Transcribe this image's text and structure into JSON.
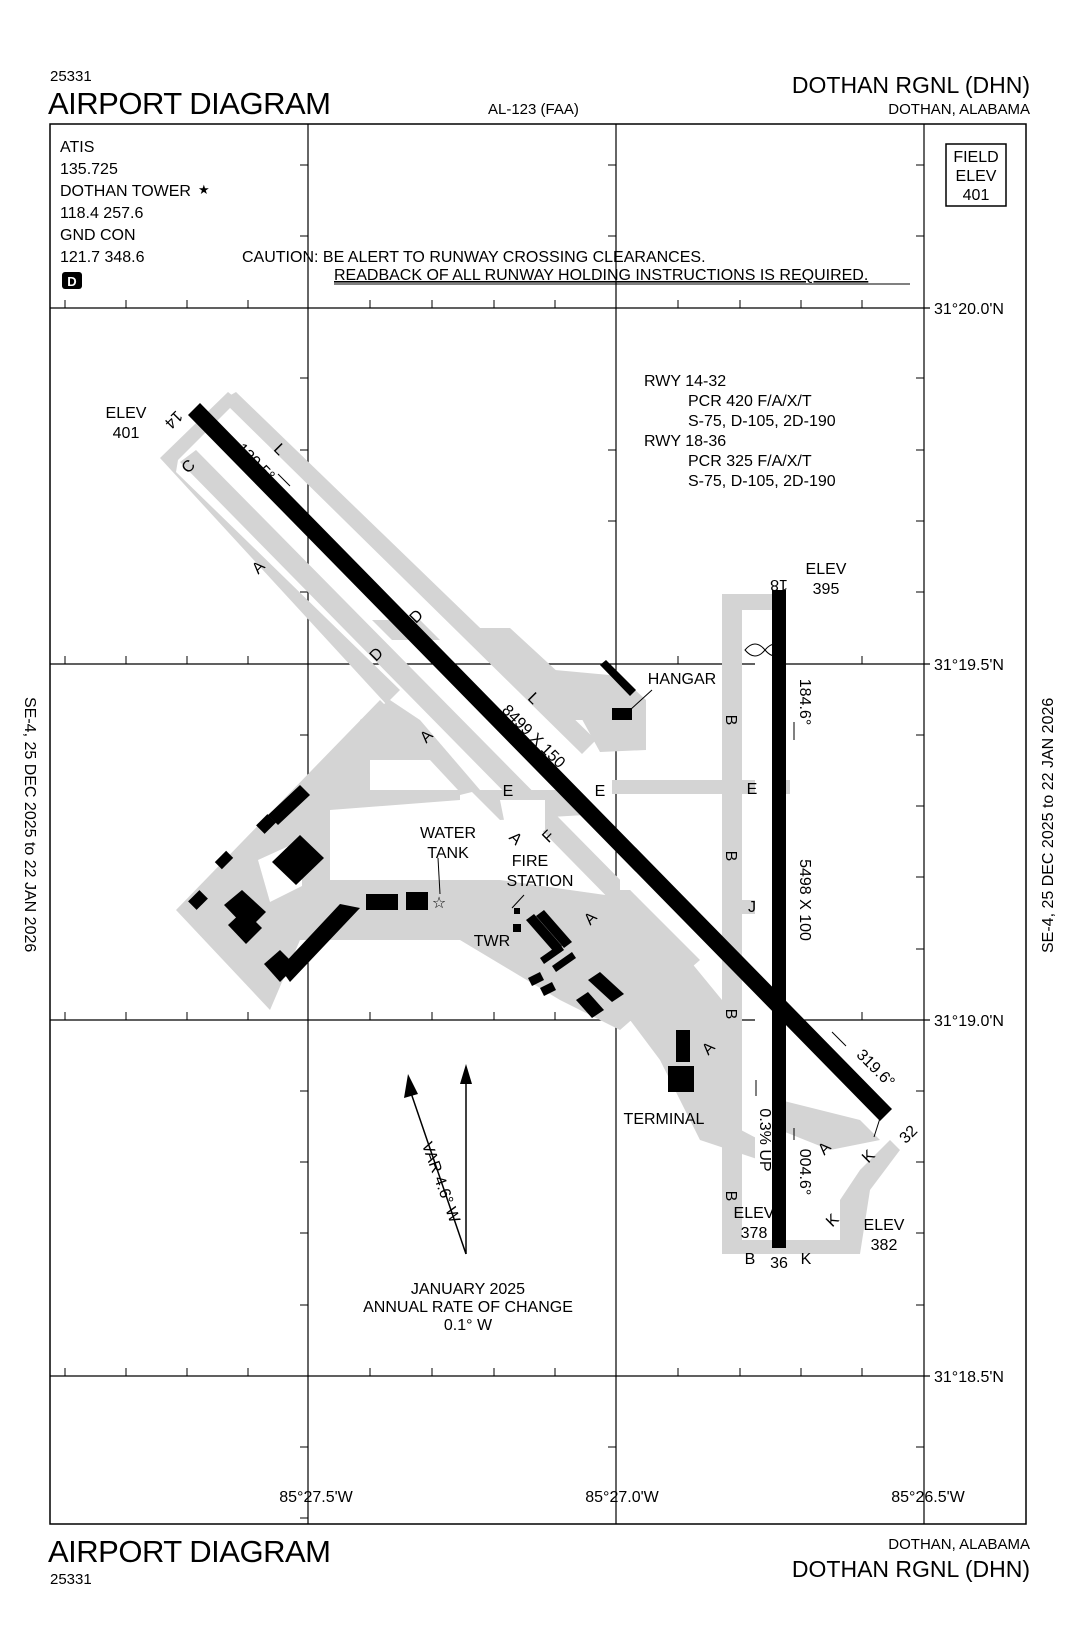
{
  "header": {
    "chart_id": "25331",
    "title": "AIRPORT DIAGRAM",
    "procedure": "AL-123 (FAA)",
    "airport_name": "DOTHAN RGNL (DHN)",
    "city": "DOTHAN, ALABAMA"
  },
  "footer": {
    "chart_id": "25331",
    "title": "AIRPORT DIAGRAM",
    "airport_name": "DOTHAN RGNL (DHN)",
    "city": "DOTHAN, ALABAMA"
  },
  "cycle": {
    "left": "SE-4, 25 DEC 2025 to 22 JAN 2026",
    "right": "SE-4, 25 DEC 2025 to 22 JAN 2026"
  },
  "frequencies": {
    "atis_label": "ATIS",
    "atis_freq": "135.725",
    "tower_label": "DOTHAN TOWER",
    "tower_freq": "118.4  257.6",
    "gnd_label": "GND CON",
    "gnd_freq": "121.7  348.6",
    "d_badge": "D"
  },
  "caution": {
    "line1": "CAUTION: BE ALERT TO RUNWAY CROSSING CLEARANCES.",
    "line2": "READBACK OF ALL RUNWAY HOLDING INSTRUCTIONS IS REQUIRED."
  },
  "field_elev": {
    "l1": "FIELD",
    "l2": "ELEV",
    "l3": "401"
  },
  "coordinates": {
    "lat_1": "31°20.0'N",
    "lat_2": "31°19.5'N",
    "lat_3": "31°19.0'N",
    "lat_4": "31°18.5'N",
    "lon_1": "85°27.5'W",
    "lon_2": "85°27.0'W",
    "lon_3": "85°26.5'W"
  },
  "runway_info": {
    "r1": "RWY 14-32",
    "r1_pcr": "PCR 420 F/A/X/T",
    "r1_gear": "S-75, D-105, 2D-190",
    "r2": "RWY 18-36",
    "r2_pcr": "PCR 325 F/A/X/T",
    "r2_gear": "S-75, D-105, 2D-190"
  },
  "runways": {
    "rwy14_end": "14",
    "rwy32_end": "32",
    "rwy18_end": "18",
    "rwy36_end": "36",
    "rwy14_32_dims": "8499 X 150",
    "rwy18_36_dims": "5498 X 100",
    "hdg_139": "139.5°",
    "hdg_319": "319.6°",
    "hdg_184": "184.6°",
    "hdg_004": "004.6°",
    "slope": "0.3% UP"
  },
  "elevations": {
    "e14_label": "ELEV",
    "e14": "401",
    "e18_label": "ELEV",
    "e18": "395",
    "e36_label": "ELEV",
    "e36": "378",
    "e32_label": "ELEV",
    "e32": "382"
  },
  "taxiways": {
    "A": "A",
    "B": "B",
    "C": "C",
    "D": "D",
    "E": "E",
    "F": "F",
    "J": "J",
    "K": "K",
    "L": "L"
  },
  "buildings": {
    "hangar": "HANGAR",
    "water_tank_1": "WATER",
    "water_tank_2": "TANK",
    "fire_1": "FIRE",
    "fire_2": "STATION",
    "tower": "TWR",
    "terminal": "TERMINAL"
  },
  "magnetic": {
    "var": "VAR 4.6° W",
    "date": "JANUARY 2025",
    "rate_label": "ANNUAL RATE OF CHANGE",
    "rate": "0.1° W"
  },
  "colors": {
    "pavement": "#d4d4d4",
    "runway": "#000000",
    "background": "#ffffff"
  }
}
